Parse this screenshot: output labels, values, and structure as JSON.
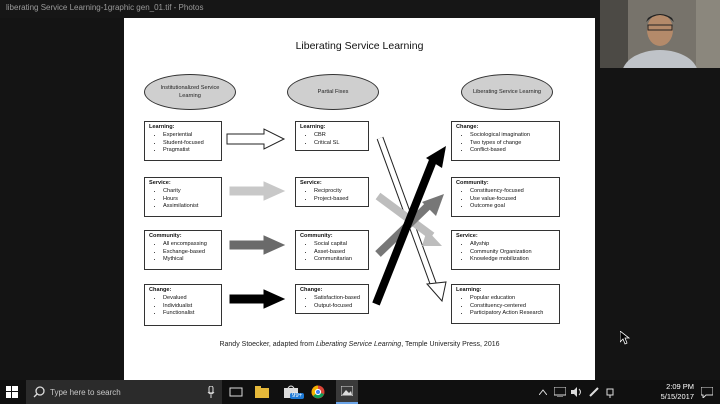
{
  "window": {
    "title": "liberating Service Learning-1graphic gen_01.tif - Photos"
  },
  "slide": {
    "title": "Liberating Service Learning",
    "columns": {
      "left": "Institutionalized Service Learning",
      "middle": "Partial Fixes",
      "right": "Liberating Service Learning"
    },
    "left_boxes": [
      {
        "heading": "Learning:",
        "items": [
          "Experiential",
          "Student-focused",
          "Pragmatist"
        ]
      },
      {
        "heading": "Service:",
        "items": [
          "Charity",
          "Hours",
          "Assimilationist"
        ]
      },
      {
        "heading": "Community:",
        "items": [
          "All encompassing",
          "Exchange-based",
          "Mythical"
        ]
      },
      {
        "heading": "Change:",
        "items": [
          "Devalued",
          "Individualist",
          "Functionalist"
        ]
      }
    ],
    "middle_boxes": [
      {
        "heading": "Learning:",
        "items": [
          "CBR",
          "Critical SL"
        ]
      },
      {
        "heading": "Service:",
        "items": [
          "Reciprocity",
          "Project-based"
        ]
      },
      {
        "heading": "Community:",
        "items": [
          "Social capital",
          "Asset-based",
          "Communitarian"
        ]
      },
      {
        "heading": "Change:",
        "items": [
          "Satisfaction-based",
          "Output-focused"
        ]
      }
    ],
    "right_boxes": [
      {
        "heading": "Change:",
        "items": [
          "Sociological imagination",
          "Two types of change",
          "Conflict-based"
        ]
      },
      {
        "heading": "Community:",
        "items": [
          "Constituency-focused",
          "Use value-focused",
          "Outcome goal"
        ]
      },
      {
        "heading": "Service:",
        "items": [
          "Allyship",
          "Community Organization",
          "Knowledge mobilization"
        ]
      },
      {
        "heading": "Learning:",
        "items": [
          "Popular education",
          "Constituency-centered",
          "Participatory Action Research"
        ]
      }
    ],
    "credit_prefix": "Randy Stoecker, adapted from ",
    "credit_book": "Liberating Service Learning",
    "credit_suffix": ", Temple University Press, 2016"
  },
  "taskbar": {
    "search_placeholder": "Type here to search",
    "badge": "99+",
    "time": "2:09 PM",
    "date": "5/15/2017"
  }
}
